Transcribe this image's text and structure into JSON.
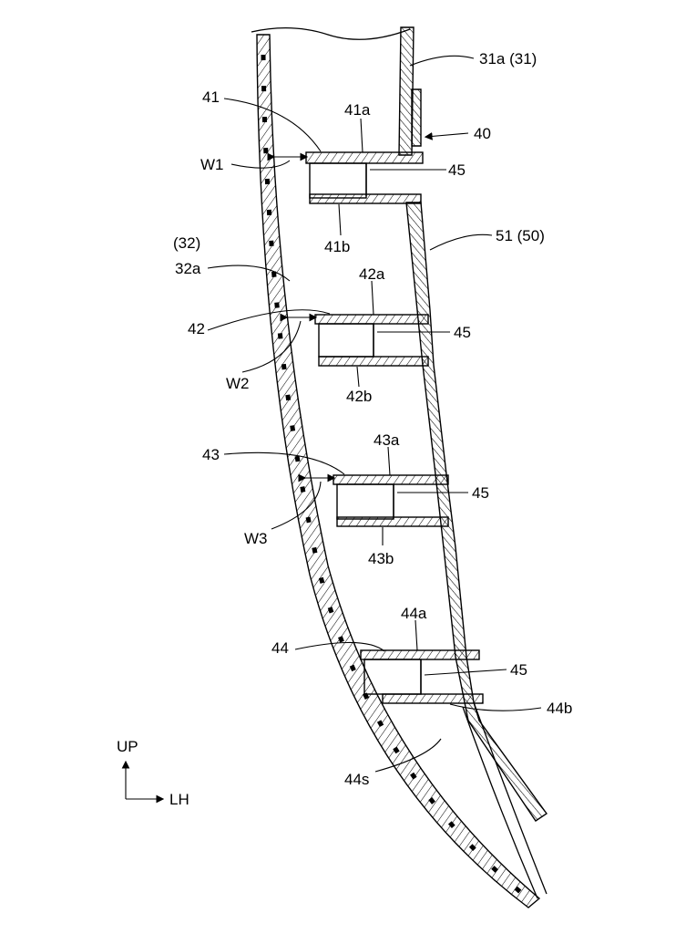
{
  "figure": {
    "labels": {
      "l31a": "31a (31)",
      "l40": "40",
      "l41": "41",
      "l41a": "41a",
      "l41b": "41b",
      "lW1": "W1",
      "l45_1": "45",
      "l51": "51 (50)",
      "l32": "(32)",
      "l32a": "32a",
      "l42": "42",
      "l42a": "42a",
      "l42b": "42b",
      "lW2": "W2",
      "l45_2": "45",
      "l43": "43",
      "l43a": "43a",
      "l43b": "43b",
      "lW3": "W3",
      "l45_3": "45",
      "l44": "44",
      "l44a": "44a",
      "l44b": "44b",
      "l45_4": "45",
      "l44s": "44s"
    },
    "axes": {
      "up": "UP",
      "lh": "LH"
    }
  }
}
